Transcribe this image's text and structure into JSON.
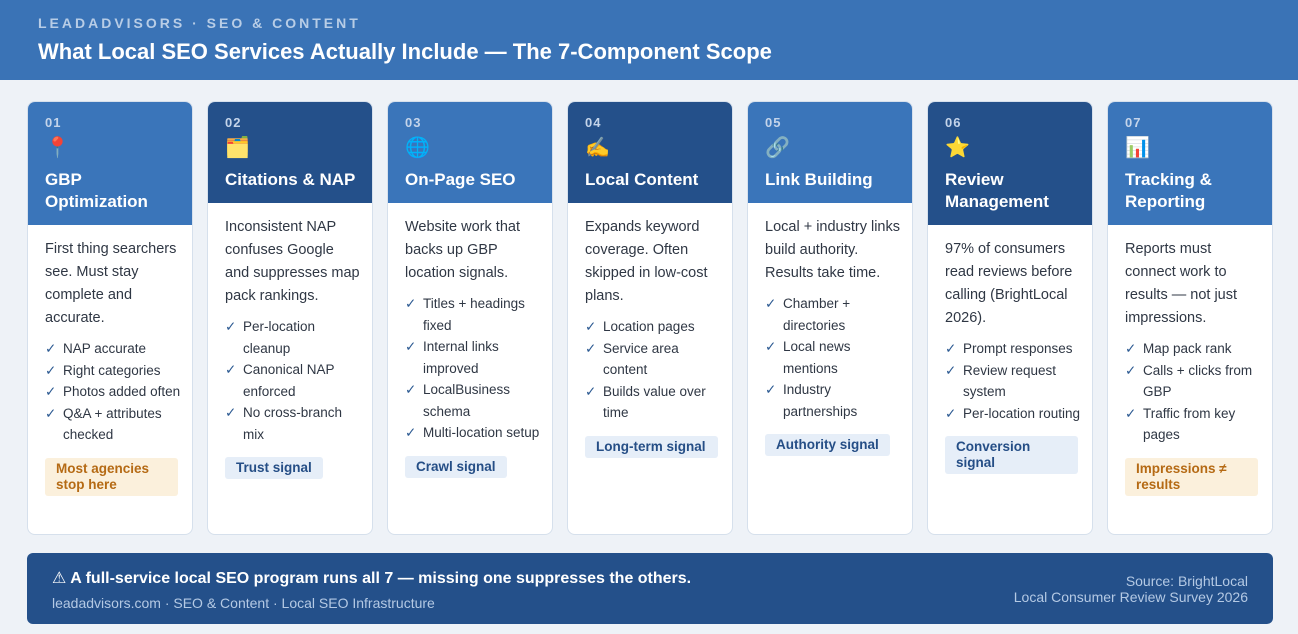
{
  "header": {
    "eyebrow": "LEADADVISORS · SEO & CONTENT",
    "title": "What Local SEO Services Actually Include — The 7-Component Scope"
  },
  "cards": [
    {
      "num": "01",
      "icon": "📍",
      "icon_name": "pin-icon",
      "title": "GBP Optimization",
      "desc": "First thing searchers see. Must stay complete and accurate.",
      "checks": [
        "NAP accurate",
        "Right categories",
        "Photos added often",
        "Q&A + attributes checked"
      ],
      "tag": "Most agencies stop here"
    },
    {
      "num": "02",
      "icon": "🗂️",
      "icon_name": "card-file-box-icon",
      "title": "Citations & NAP",
      "desc": "Inconsistent NAP confuses Google and suppresses map pack rankings.",
      "checks": [
        "Per-location cleanup",
        "Canonical NAP enforced",
        "No cross-branch mix"
      ],
      "tag": "Trust signal"
    },
    {
      "num": "03",
      "icon": "🌐",
      "icon_name": "globe-icon",
      "title": "On-Page SEO",
      "desc": "Website work that backs up GBP location signals.",
      "checks": [
        "Titles + headings fixed",
        "Internal links improved",
        "LocalBusiness schema",
        "Multi-location setup"
      ],
      "tag": "Crawl signal"
    },
    {
      "num": "04",
      "icon": "✍️",
      "icon_name": "writing-hand-icon",
      "title": "Local Content",
      "desc": "Expands keyword coverage. Often skipped in low-cost plans.",
      "checks": [
        "Location pages",
        "Service area content",
        "Builds value over time"
      ],
      "tag": "Long-term signal"
    },
    {
      "num": "05",
      "icon": "🔗",
      "icon_name": "link-icon",
      "title": "Link Building",
      "desc": "Local + industry links build authority. Results take time.",
      "checks": [
        "Chamber + directories",
        "Local news mentions",
        "Industry partnerships"
      ],
      "tag": "Authority signal"
    },
    {
      "num": "06",
      "icon": "⭐",
      "icon_name": "star-icon",
      "title": "Review Management",
      "desc": "97% of consumers read reviews before calling (BrightLocal 2026).",
      "checks": [
        "Prompt responses",
        "Review request system",
        "Per-location routing"
      ],
      "tag": "Conversion signal"
    },
    {
      "num": "07",
      "icon": "📊",
      "icon_name": "bar-chart-icon",
      "title": "Tracking & Reporting",
      "desc": "Reports must connect work to results — not just impressions.",
      "checks": [
        "Map pack rank",
        "Calls + clicks from GBP",
        "Traffic from key pages"
      ],
      "tag": "Impressions ≠ results"
    }
  ],
  "footer": {
    "main": "⚠ A full-service local SEO program runs all 7 — missing one suppresses the others.",
    "sub": "leadadvisors.com · SEO & Content · Local SEO Infrastructure",
    "source_line1": "Source: BrightLocal",
    "source_line2": "Local Consumer Review Survey 2026"
  },
  "colors": {
    "header_bg": "#3a73b6",
    "card_head_light": "#3a75ba",
    "card_head_dark": "#24508a",
    "footer_bg": "#24508a",
    "tag_blue_text": "#254e86",
    "tag_orange_text": "#b56a14"
  }
}
